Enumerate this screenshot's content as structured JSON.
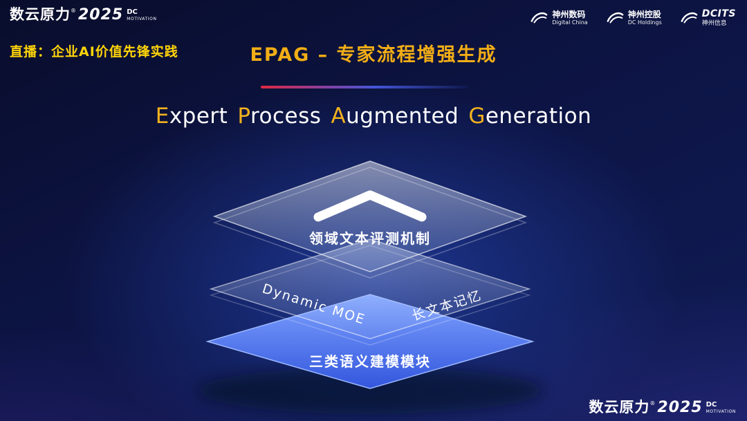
{
  "colors": {
    "gold": "#F2AE16",
    "yellow": "#FFD40A",
    "white": "#FFFFFF",
    "layer_blue_top": "#7FA3FF",
    "layer_blue_bottom": "#3356DD",
    "divider_red": "#E22840",
    "divider_blue": "#4456D8",
    "background": "#0D1546"
  },
  "brand": {
    "name_cn": "数云原力",
    "reg": "®",
    "year": "2025",
    "sub_top": "DC",
    "sub_bottom": "MOTIVATION"
  },
  "header": {
    "live_label": "直播：企业AI价值先锋实践",
    "title": "EPAG – 专家流程增强生成",
    "logos": [
      {
        "cn": "神州数码",
        "en": "Digital China"
      },
      {
        "cn": "神州控股",
        "en": "DC Holdings"
      },
      {
        "cn": "DCITS",
        "en": "神州信息"
      }
    ]
  },
  "main": {
    "heading_parts": [
      {
        "cap": "E",
        "rest": "xpert"
      },
      {
        "cap": "P",
        "rest": "rocess"
      },
      {
        "cap": "A",
        "rest": "ugmented"
      },
      {
        "cap": "G",
        "rest": "eneration"
      }
    ],
    "diagram": {
      "top_layer": "领域文本评测机制",
      "middle_left": "Dynamic MOE",
      "middle_right": "长文本记忆",
      "bottom_layer": "三类语义建模模块"
    }
  }
}
